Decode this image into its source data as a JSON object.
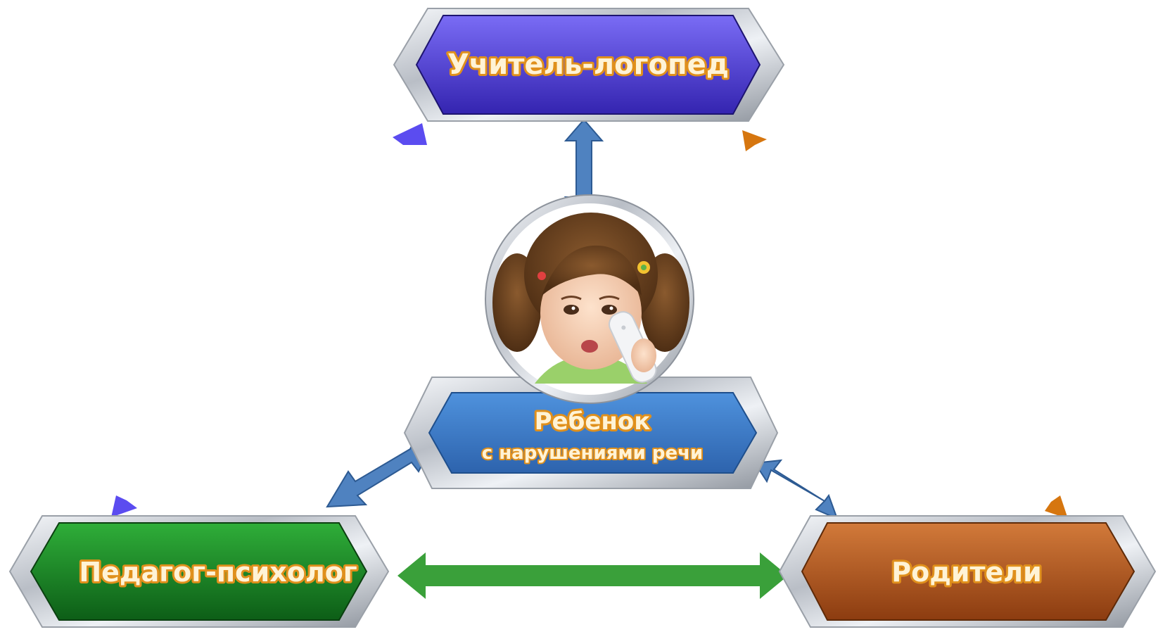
{
  "nodes": {
    "speech_therapist": {
      "label": "Учитель-логопед",
      "color": "#4e3fd6"
    },
    "psychologist": {
      "label": "Педагог-психолог",
      "color": "#1f8a2a"
    },
    "parents": {
      "label": "Родители",
      "color": "#b45a20"
    },
    "child": {
      "label_line1": "Ребенок",
      "label_line2": "с нарушениями речи",
      "color": "#3a7bcd"
    }
  },
  "arrows": {
    "left_side": {
      "color": "#5b4cf0"
    },
    "right_side": {
      "color": "#d6760f"
    },
    "bottom": {
      "color": "#3aa03a"
    },
    "child_links": {
      "color": "#4f82c0"
    }
  },
  "icons": {
    "child_photo": "girl-with-phone-icon"
  }
}
